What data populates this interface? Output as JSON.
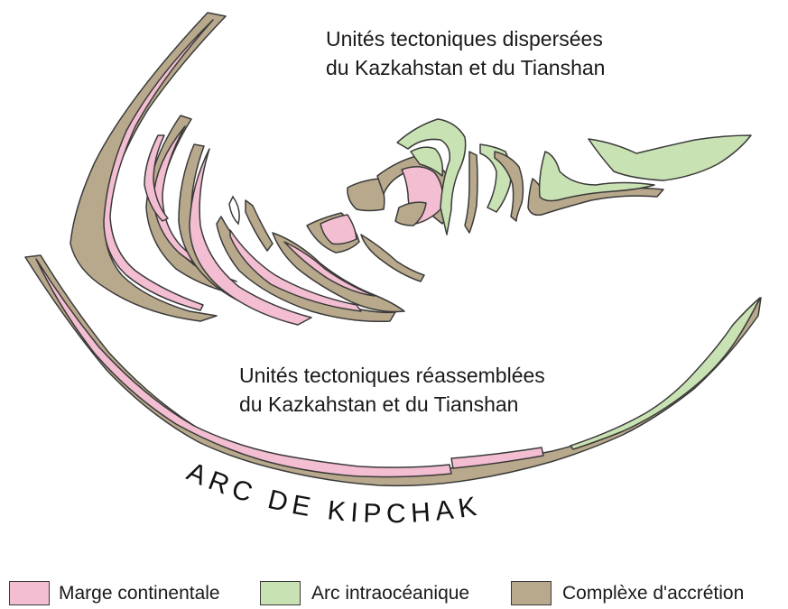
{
  "labels": {
    "dispersed_line1": "Unités tectoniques dispersées",
    "dispersed_line2": "du Kazkahstan et du Tianshan",
    "reassembled_line1": "Unités tectoniques réassemblées",
    "reassembled_line2": "du Kazkahstan et du Tianshan",
    "arc_name": "ARC DE KIPCHAK"
  },
  "legend": [
    {
      "label": "Marge continentale",
      "color": "#f3bdd2",
      "icon": "pink-swatch"
    },
    {
      "label": "Arc intraocéanique",
      "color": "#c9e2b3",
      "icon": "green-swatch"
    },
    {
      "label": "Complèxe d'accrétion",
      "color": "#b8a98c",
      "icon": "brown-swatch"
    }
  ],
  "colors": {
    "continental_margin": "#f3bdd2",
    "intraoceanic_arc": "#c9e2b3",
    "accretion_complex": "#b8a98c",
    "outline": "#3a3a3a"
  }
}
